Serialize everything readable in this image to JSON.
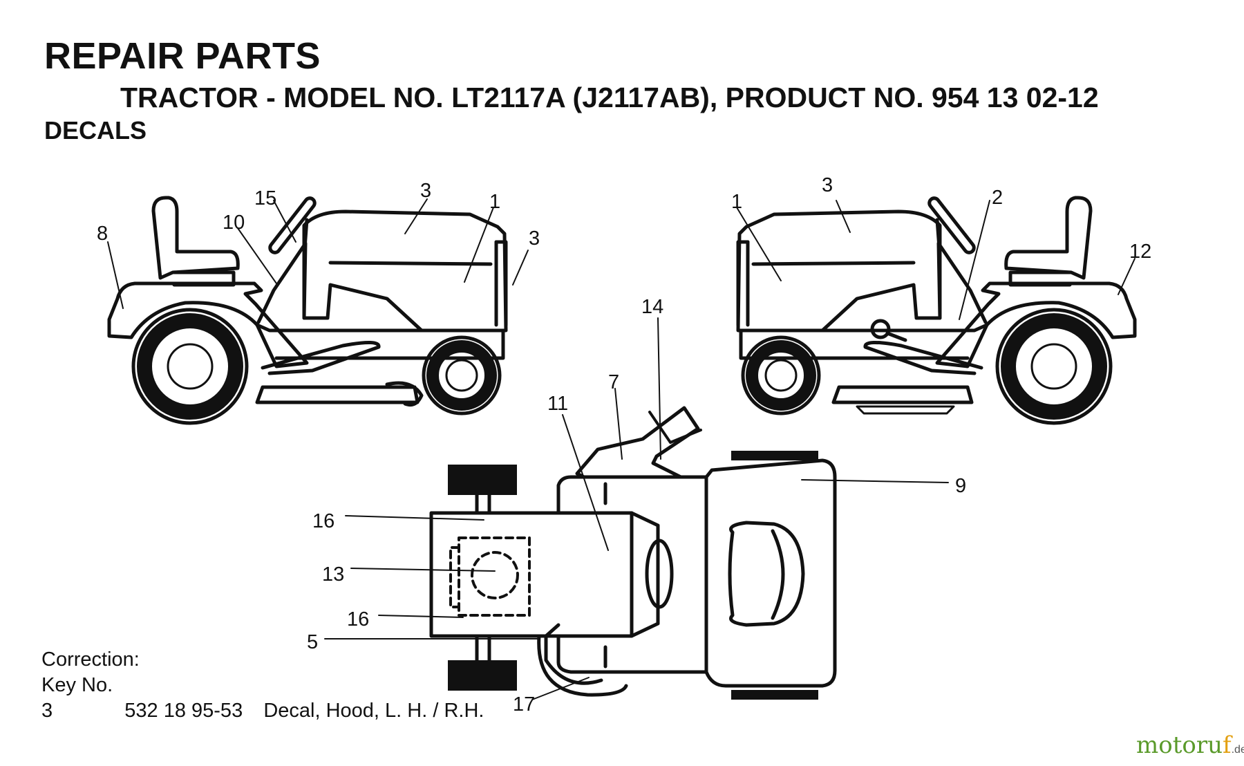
{
  "header": {
    "title": "REPAIR PARTS",
    "subtitle": "TRACTOR - MODEL NO. LT2117A (J2117AB),  PRODUCT NO. 954 13 02-12",
    "section": "DECALS"
  },
  "callouts": {
    "left_tractor": [
      "8",
      "10",
      "15",
      "3",
      "1",
      "3"
    ],
    "right_tractor": [
      "1",
      "3",
      "2",
      "12"
    ],
    "top_view": [
      "14",
      "7",
      "11",
      "9",
      "16",
      "13",
      "16",
      "5",
      "17"
    ]
  },
  "correction": {
    "heading": "Correction:",
    "key_label": "Key No.",
    "key_no": "3",
    "part_no": "532 18 95-53",
    "description": "Decal, Hood, L. H. / R.H."
  },
  "watermark": {
    "text_a": "motor",
    "text_b": "u",
    "text_c": "f",
    "tld": ".de"
  }
}
